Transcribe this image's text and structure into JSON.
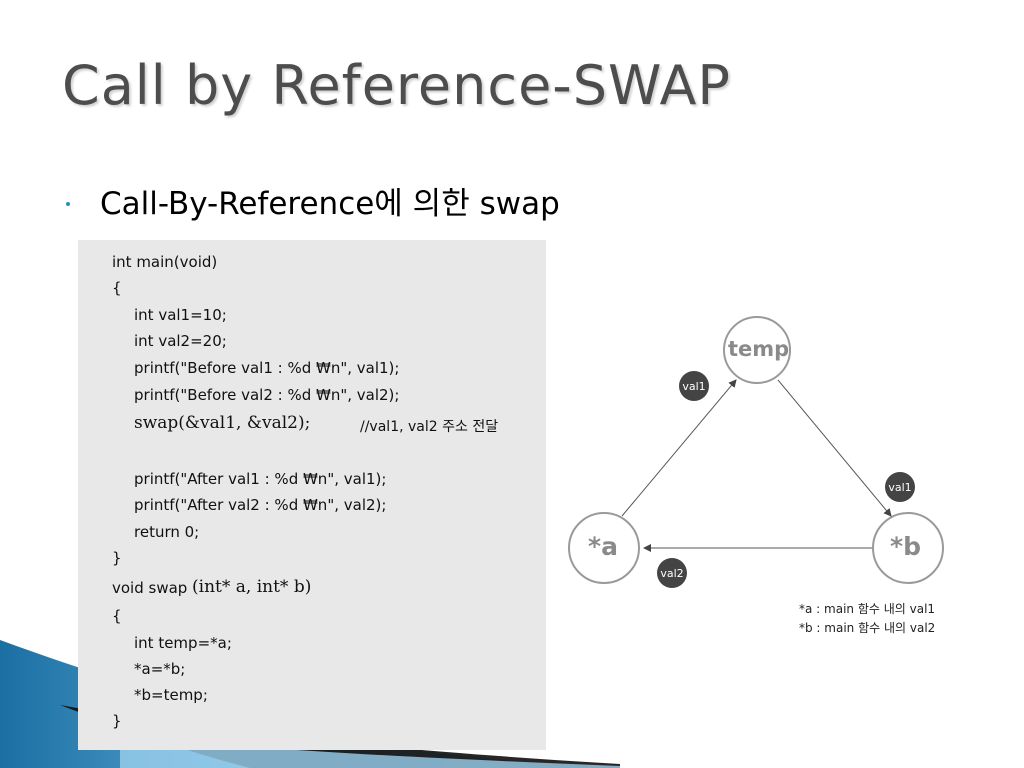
{
  "slide": {
    "title": "Call by Reference-SWAP",
    "bullet": "Call-By-Reference에 의한 swap"
  },
  "code": {
    "lines": [
      "int main(void)",
      "{",
      "int val1=10;",
      "int val2=20;",
      "printf(\"Before val1 : %d ₩n\", val1);",
      "printf(\"Before val2 : %d ₩n\", val2);",
      "swap(&val1, &val2);",
      "//val1, val2 주소 전달",
      "printf(\"After val1 : %d ₩n\", val1);",
      "printf(\"After val2 : %d ₩n\", val2);",
      "return 0;",
      "}",
      "void swap",
      "(int* a, int* b)",
      "{",
      "int temp=*a;",
      "*a=*b;",
      "*b=temp;",
      "}"
    ]
  },
  "diagram": {
    "node_temp": "temp",
    "node_a": "*a",
    "node_b": "*b",
    "badge_left": "val1",
    "badge_right": "val1",
    "badge_bottom": "val2",
    "note_a": "*a : main 함수 내의 val1",
    "note_b": "*b : main 함수 내의 val2"
  },
  "colors": {
    "title": "#4d4d4d",
    "bullet": "#2a8fc7",
    "code_bg": "#e8e8e8",
    "badge": "#444444",
    "node_stroke": "#8a8a8a"
  }
}
